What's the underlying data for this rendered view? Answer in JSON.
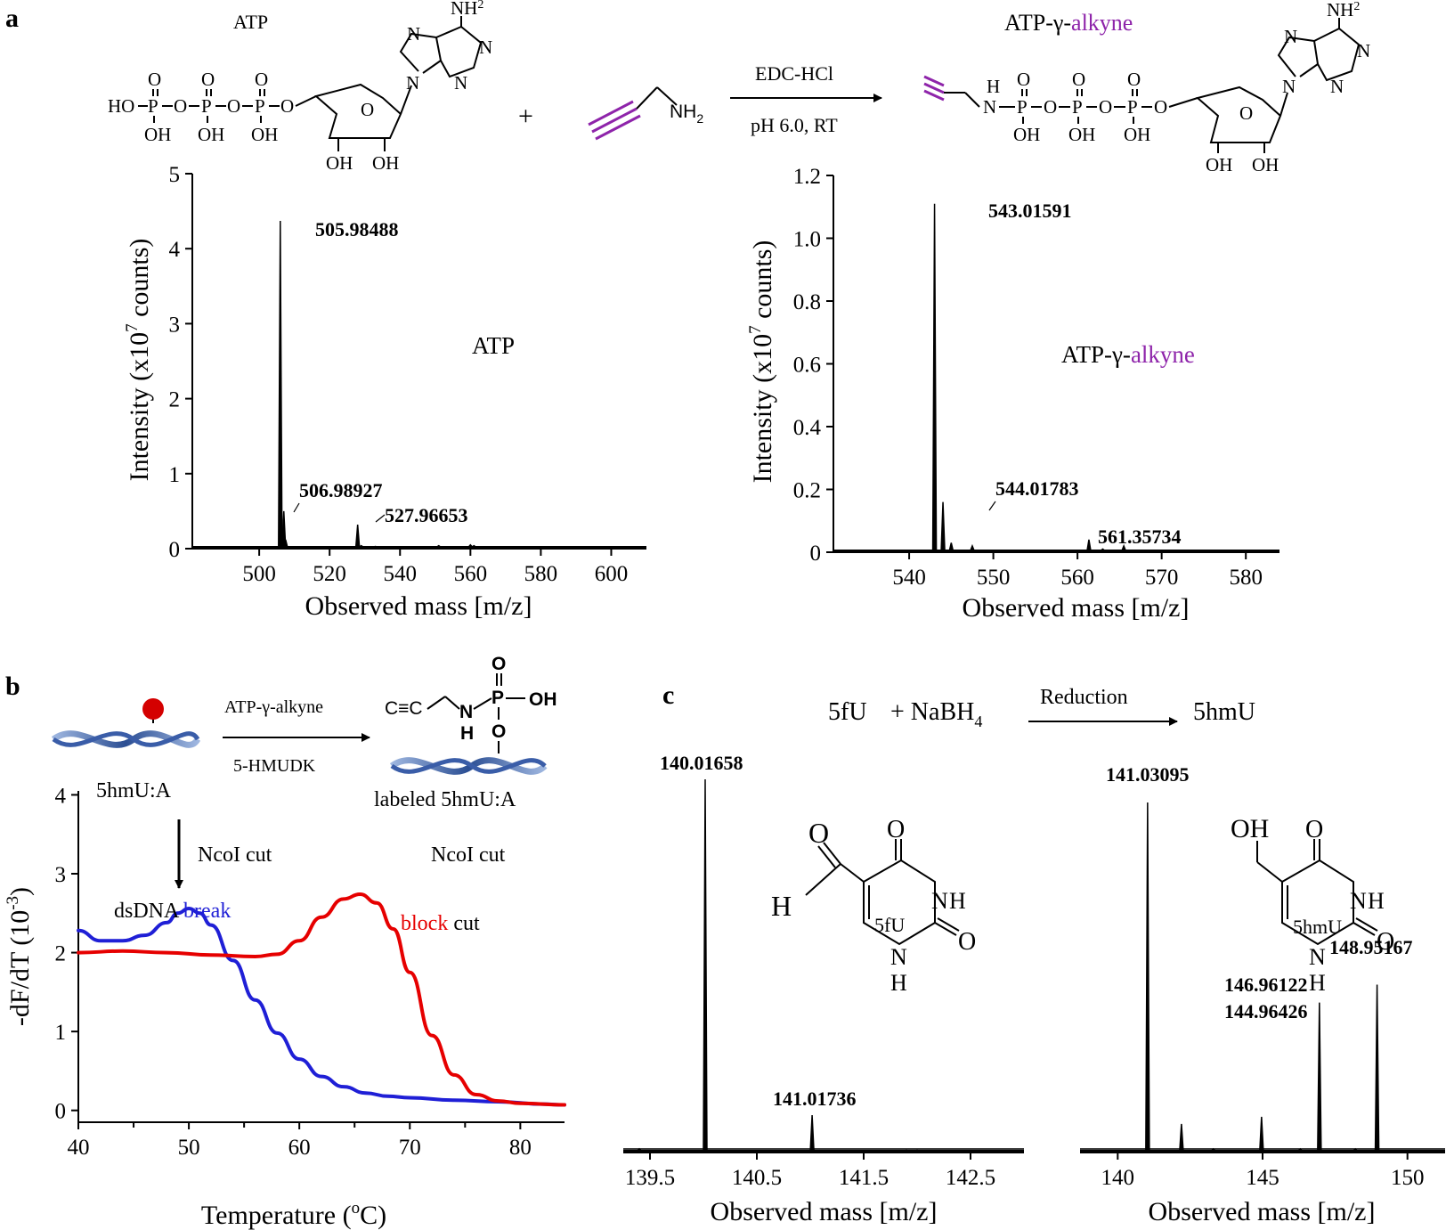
{
  "panel_letters": {
    "a": "a",
    "b": "b",
    "c": "c"
  },
  "colors": {
    "alkyne": "#8e24aa",
    "blue": "#1f1fd6",
    "red": "#e60000",
    "aldehyde": "#1aa8e8",
    "green": "#1a8f1a",
    "darkred": "#c00000"
  },
  "panel_a": {
    "atp_title": "ATP",
    "product_prefix": "ATP-γ-",
    "product_suffix": "alkyne",
    "plus": "+",
    "reagent": "EDC-HCl",
    "conditions": "pH 6.0, RT",
    "nh2": "NH",
    "nh2_sub": "2",
    "ho": "HO",
    "oh": "OH",
    "o": "O",
    "p": "P",
    "n": "N",
    "h": "H"
  },
  "panel_b": {
    "top_left_label": "5hmU:A",
    "arrow_top": "ATP-γ-alkyne",
    "arrow_bottom": "5-HMUDK",
    "labeled": "labeled 5hmU:A",
    "cut1": "NcoI cut",
    "cut2": "NcoI cut",
    "ann_blue_a": "dsDNA",
    "ann_blue_b": "break",
    "ann_red_a": "block",
    "ann_red_b": "cut",
    "alkyne_text": "C≡C"
  },
  "panel_c": {
    "reactant": "5fU",
    "plus": "+ NaBH",
    "sub": "4",
    "arrow": "Reduction",
    "product": "5hmU",
    "mol1_o": "O",
    "mol1_h": "H",
    "mol1_tag": "5fU",
    "mol2_oh": "OH",
    "mol2_tag": "5hmU"
  },
  "chart_data": [
    {
      "id": "a-left",
      "type": "line",
      "subtitle": "ATP",
      "xlabel": "Observed mass [m/z]",
      "ylabel": "Intensity (x10",
      "ylabel_sup": "7",
      "ylabel_tail": " counts)",
      "xlim": [
        481,
        610
      ],
      "ylim": [
        0,
        5
      ],
      "xticks": [
        500,
        520,
        540,
        560,
        580,
        600
      ],
      "yticks": [
        0,
        1,
        2,
        3,
        4,
        5
      ],
      "ytick_labels": [
        "0",
        "1",
        "2",
        "3",
        "4",
        "5"
      ],
      "peaks": [
        {
          "x": 505.98488,
          "y": 4.37,
          "label": "505.98488"
        },
        {
          "x": 506.98927,
          "y": 0.5,
          "label": "506.98927"
        },
        {
          "x": 507.5,
          "y": 0.12
        },
        {
          "x": 527.96653,
          "y": 0.32,
          "label": "527.96653"
        },
        {
          "x": 529.0,
          "y": 0.04
        },
        {
          "x": 533.0,
          "y": 0.03
        },
        {
          "x": 551.0,
          "y": 0.04
        },
        {
          "x": 560.0,
          "y": 0.05
        },
        {
          "x": 561.0,
          "y": 0.04
        }
      ]
    },
    {
      "id": "a-right",
      "type": "line",
      "subtitle_prefix": "ATP-γ-",
      "subtitle_suffix": "alkyne",
      "xlabel": "Observed mass [m/z]",
      "ylabel": "Intensity (x10",
      "ylabel_sup": "7",
      "ylabel_tail": " counts)",
      "xlim": [
        531,
        584
      ],
      "ylim": [
        0,
        1.2
      ],
      "xticks": [
        540,
        550,
        560,
        570,
        580
      ],
      "yticks": [
        0,
        0.2,
        0.4,
        0.6,
        0.8,
        1.0,
        1.2
      ],
      "ytick_labels": [
        "0",
        "0.2",
        "0.4",
        "0.6",
        "0.8",
        "1.0",
        "1.2"
      ],
      "peaks": [
        {
          "x": 543.01591,
          "y": 1.11,
          "label": "543.01591"
        },
        {
          "x": 544.01783,
          "y": 0.16,
          "label": "544.01783"
        },
        {
          "x": 545.0,
          "y": 0.03
        },
        {
          "x": 547.5,
          "y": 0.02
        },
        {
          "x": 561.35734,
          "y": 0.04,
          "label": "561.35734"
        },
        {
          "x": 563.0,
          "y": 0.01
        },
        {
          "x": 565.5,
          "y": 0.02
        }
      ]
    },
    {
      "id": "b",
      "type": "line",
      "xlabel": "Temperature (",
      "xlabel_sup": "o",
      "xlabel_tail": "C)",
      "ylabel": "-dF/dT (10",
      "ylabel_sup": "-3",
      "ylabel_tail": ")",
      "xlim": [
        40,
        84
      ],
      "ylim": [
        -0.15,
        4.05
      ],
      "xticks": [
        40,
        50,
        60,
        70,
        80
      ],
      "yticks": [
        0,
        1,
        2,
        3,
        4
      ],
      "series": [
        {
          "color": "#1f1fd6",
          "x": [
            40,
            42,
            44,
            46,
            48,
            49,
            50,
            51,
            52,
            54,
            56,
            58,
            60,
            62,
            64,
            66,
            68,
            70,
            74,
            78,
            82,
            84
          ],
          "y": [
            2.28,
            2.15,
            2.15,
            2.22,
            2.38,
            2.5,
            2.56,
            2.5,
            2.35,
            1.9,
            1.4,
            0.98,
            0.65,
            0.43,
            0.3,
            0.22,
            0.18,
            0.16,
            0.13,
            0.11,
            0.08,
            0.07
          ]
        },
        {
          "color": "#e60000",
          "x": [
            40,
            44,
            48,
            52,
            56,
            58,
            60,
            62,
            64,
            65.5,
            67,
            68.5,
            70,
            72,
            74,
            76,
            78,
            80,
            84
          ],
          "y": [
            2.0,
            2.02,
            2.0,
            1.97,
            1.95,
            1.98,
            2.15,
            2.45,
            2.68,
            2.74,
            2.63,
            2.3,
            1.75,
            0.95,
            0.45,
            0.2,
            0.12,
            0.09,
            0.07
          ]
        }
      ]
    },
    {
      "id": "c-left",
      "type": "line",
      "xlabel": "Observed mass [m/z]",
      "xlim": [
        139.25,
        143.0
      ],
      "ylim": [
        0,
        1.0
      ],
      "xticks": [
        139.5,
        140.5,
        141.5,
        142.5
      ],
      "xtick_labels": [
        "139.5",
        "140.5",
        "141.5",
        "142.5"
      ],
      "peaks": [
        {
          "x": 140.01658,
          "y": 1.0,
          "label": "140.01658"
        },
        {
          "x": 141.01736,
          "y": 0.1,
          "label": "141.01736"
        },
        {
          "x": 139.4,
          "y": 0.01
        },
        {
          "x": 141.9,
          "y": 0.006
        },
        {
          "x": 142.0,
          "y": 0.006
        }
      ]
    },
    {
      "id": "c-right",
      "type": "line",
      "xlabel": "Observed mass [m/z]",
      "xlim": [
        138.7,
        151.3
      ],
      "ylim": [
        0,
        1.0
      ],
      "xticks": [
        140,
        145,
        150
      ],
      "xtick_labels": [
        "140",
        "145",
        "150"
      ],
      "peaks": [
        {
          "x": 141.03095,
          "y": 0.98,
          "label": "141.03095"
        },
        {
          "x": 142.2,
          "y": 0.08
        },
        {
          "x": 143.3,
          "y": 0.01
        },
        {
          "x": 144.96426,
          "y": 0.1,
          "label": "144.96426"
        },
        {
          "x": 146.3,
          "y": 0.01
        },
        {
          "x": 146.96122,
          "y": 0.42,
          "label": "146.96122"
        },
        {
          "x": 148.2,
          "y": 0.01
        },
        {
          "x": 148.95167,
          "y": 0.47,
          "label": "148.95167"
        }
      ]
    }
  ]
}
